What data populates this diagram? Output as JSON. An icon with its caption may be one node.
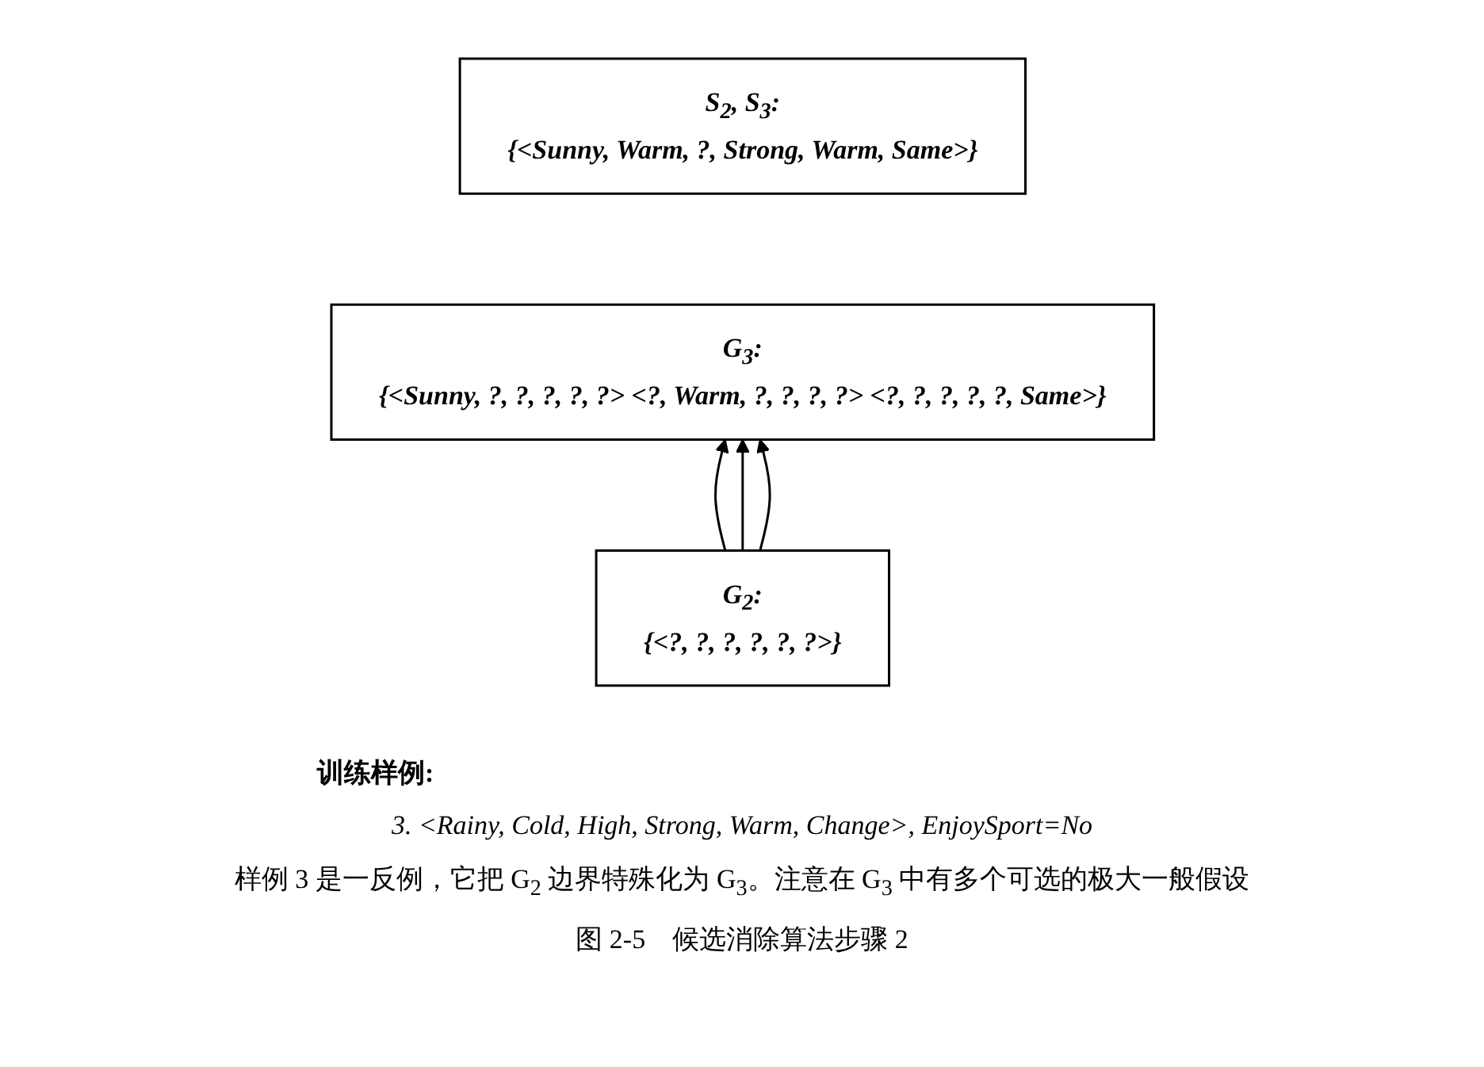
{
  "diagram": {
    "caption": "图 2-5　候选消除算法步骤 2",
    "nodes": [
      {
        "text": [
          "S$_{2}$, S$_{3}$:",
          "{<Sunny, Warm, ?, Strong, Warm, Same>}"
        ]
      },
      {
        "text": [
          "G$_{3}$:",
          "{<Sunny, ?, ?, ?, ?, ?>  <?, Warm, ?, ?, ?, ?>  <?, ?, ?, ?, ?, Same>}"
        ]
      },
      {
        "text": [
          "G$_{2}$:",
          "{<?, ?, ?, ?, ?, ?>}"
        ]
      }
    ],
    "edges": [
      {
        "from": 2,
        "to": 1,
        "arrow": "to"
      },
      {
        "from": 2,
        "to": 1,
        "arrow": "to"
      },
      {
        "from": 2,
        "to": 1,
        "arrow": "to"
      }
    ],
    "labels": [
      "训练样例:",
      "3. <Rainy, Cold, High, Strong, Warm, Change>, EnjoySport=No",
      "样例 3 是一反例，它把 G$_{2}$ 边界特殊化为 G$_{3}$。注意在 G$_{3}$ 中有多个可选的极大一般假设"
    ]
  }
}
